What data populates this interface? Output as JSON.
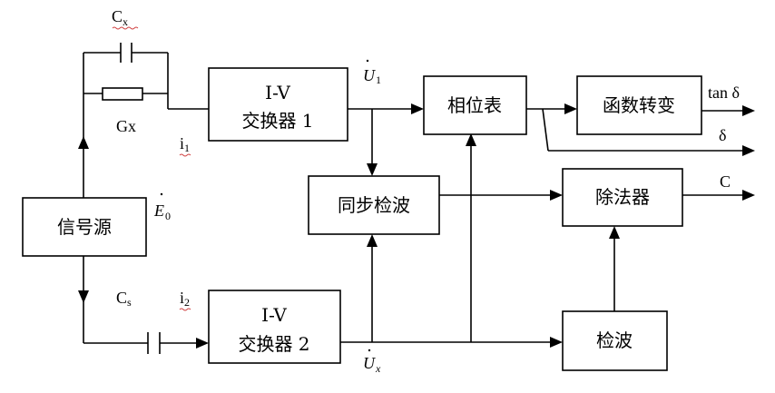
{
  "blocks": {
    "iv1": {
      "line1": "I-V",
      "line2": "交换器 1"
    },
    "iv2": {
      "line1": "I-V",
      "line2": "交换器 2"
    },
    "phase_meter": "相位表",
    "function_convert": "函数转变",
    "sync_detect": "同步检波",
    "divider": "除法器",
    "signal_source": "信号源",
    "detect": "检波"
  },
  "labels": {
    "cx": {
      "base": "C",
      "sub": "x"
    },
    "gx": "Gx",
    "i1": {
      "base": "i",
      "sub": "1"
    },
    "i2": {
      "base": "i",
      "sub": "2"
    },
    "cs": {
      "base": "C",
      "sub": "s"
    },
    "u1": {
      "base": "U",
      "sub": "1"
    },
    "ux": {
      "base": "U",
      "sub": "x"
    },
    "e0": {
      "base": "E",
      "sub": "0"
    },
    "out_tan": "tan δ",
    "out_delta": "δ",
    "out_c": "C"
  }
}
